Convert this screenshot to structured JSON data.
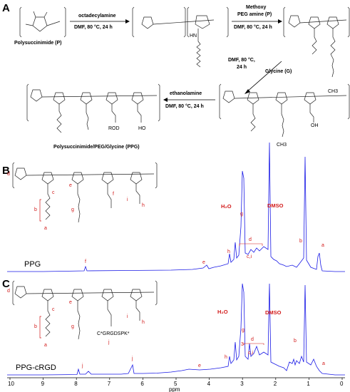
{
  "panels": {
    "A": {
      "letter": "A",
      "polymer_start": "Polysuccinimide (P)",
      "step1": {
        "reagent": "octadecylamine",
        "conditions": "DMF, 80 °C, 24 h"
      },
      "step2": {
        "reagent_line1": "Methoxy",
        "reagent_line2": "PEG amine (P)",
        "conditions": "DMF, 80 °C, 24 h"
      },
      "step3": {
        "conditions_line1": "DMF, 80 °C,",
        "conditions_line2": "24 h",
        "reagent": "Glycine (G)"
      },
      "step4": {
        "reagent": "ethanolamine",
        "conditions": "DMF, 80 °C, 24 h"
      },
      "product": "Polysuccinimide/PEG/Glycine (PPG)"
    },
    "B": {
      "letter": "B",
      "sample": "PPG",
      "labels": {
        "h2o": "H₂O",
        "dmso": "DMSO",
        "a": "a",
        "b": "b",
        "c": "c",
        "d": "d",
        "e": "e",
        "f": "f",
        "g": "g",
        "h": "h",
        "i": "i",
        "ci": "c,i"
      }
    },
    "C": {
      "letter": "C",
      "sample": "PPG-cRGD",
      "peptide": "C*GRGDSPK*",
      "labels": {
        "h2o": "H₂O",
        "dmso": "DMSO",
        "a": "a",
        "b": "b",
        "c": "c",
        "d": "d",
        "e": "e",
        "g": "g",
        "h": "h",
        "i": "i",
        "j": "j",
        "ci": "c,i"
      }
    },
    "axis": {
      "ticks": [
        "10",
        "9",
        "8",
        "7",
        "6",
        "5",
        "4",
        "3",
        "2",
        "1",
        "0"
      ],
      "unit": "ppm"
    }
  },
  "colors": {
    "spectrum": "#1a1ae6",
    "label": "#d21a1a",
    "structure": "#222222"
  }
}
